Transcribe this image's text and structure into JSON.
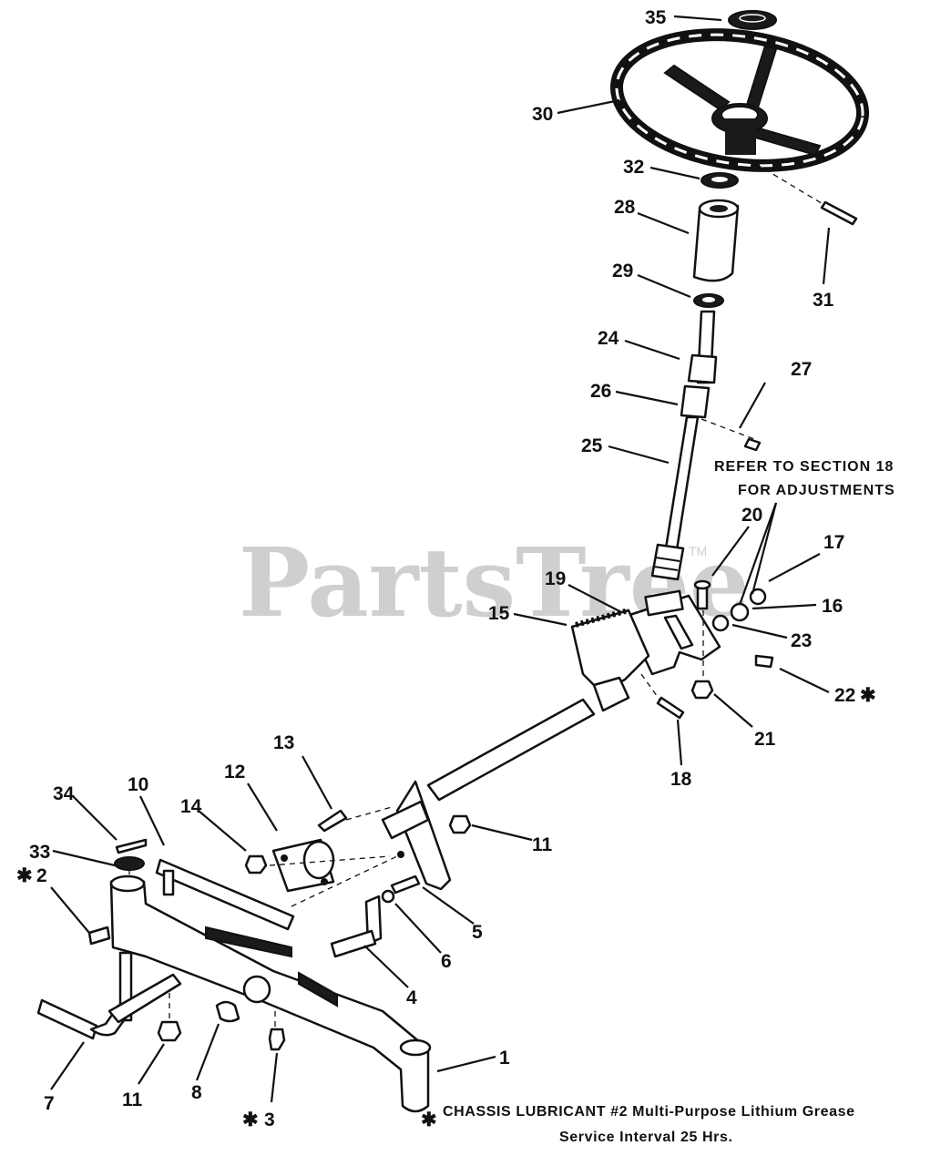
{
  "watermark": {
    "text": "PartsTree",
    "tm": "TM"
  },
  "note": {
    "line1": "REFER TO SECTION 18",
    "line2": "FOR ADJUSTMENTS"
  },
  "footer": {
    "line1": "CHASSIS LUBRICANT #2 Multi-Purpose Lithium Grease",
    "line2": "Service Interval 25 Hrs."
  },
  "callouts": [
    {
      "id": "35",
      "label": "35"
    },
    {
      "id": "30",
      "label": "30"
    },
    {
      "id": "32",
      "label": "32"
    },
    {
      "id": "28",
      "label": "28"
    },
    {
      "id": "31",
      "label": "31"
    },
    {
      "id": "29",
      "label": "29"
    },
    {
      "id": "24",
      "label": "24"
    },
    {
      "id": "27",
      "label": "27"
    },
    {
      "id": "26",
      "label": "26"
    },
    {
      "id": "25",
      "label": "25"
    },
    {
      "id": "20",
      "label": "20"
    },
    {
      "id": "17",
      "label": "17"
    },
    {
      "id": "19",
      "label": "19"
    },
    {
      "id": "16",
      "label": "16"
    },
    {
      "id": "15",
      "label": "15"
    },
    {
      "id": "23",
      "label": "23"
    },
    {
      "id": "22",
      "label": "22"
    },
    {
      "id": "21",
      "label": "21"
    },
    {
      "id": "18",
      "label": "18"
    },
    {
      "id": "13",
      "label": "13"
    },
    {
      "id": "12",
      "label": "12"
    },
    {
      "id": "10",
      "label": "10"
    },
    {
      "id": "34",
      "label": "34"
    },
    {
      "id": "14",
      "label": "14"
    },
    {
      "id": "11a",
      "label": "11"
    },
    {
      "id": "33",
      "label": "33"
    },
    {
      "id": "2",
      "label": "2"
    },
    {
      "id": "5",
      "label": "5"
    },
    {
      "id": "6",
      "label": "6"
    },
    {
      "id": "4",
      "label": "4"
    },
    {
      "id": "1",
      "label": "1"
    },
    {
      "id": "7",
      "label": "7"
    },
    {
      "id": "11b",
      "label": "11"
    },
    {
      "id": "8",
      "label": "8"
    },
    {
      "id": "3",
      "label": "3"
    }
  ]
}
